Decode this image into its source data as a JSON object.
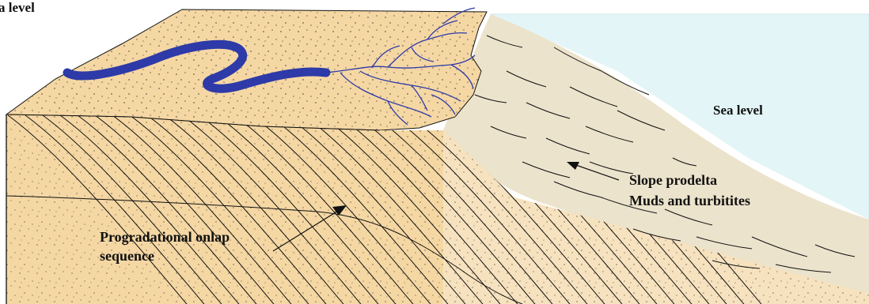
{
  "labels": {
    "sea_level_top": "a level",
    "sea_level": "Sea level",
    "slope_line1": "Slope prodelta",
    "slope_line2": "Muds and turbitites",
    "onlap_line1": "Progradational onlap",
    "onlap_line2": "sequence"
  },
  "colors": {
    "sand": "#f5d7a4",
    "sand_pale": "#f7e2bf",
    "slope_mud": "#ece3cc",
    "sea": "#e3f5f7",
    "river": "#2d3aa8",
    "line": "#111111",
    "dots": "#8a8060"
  }
}
